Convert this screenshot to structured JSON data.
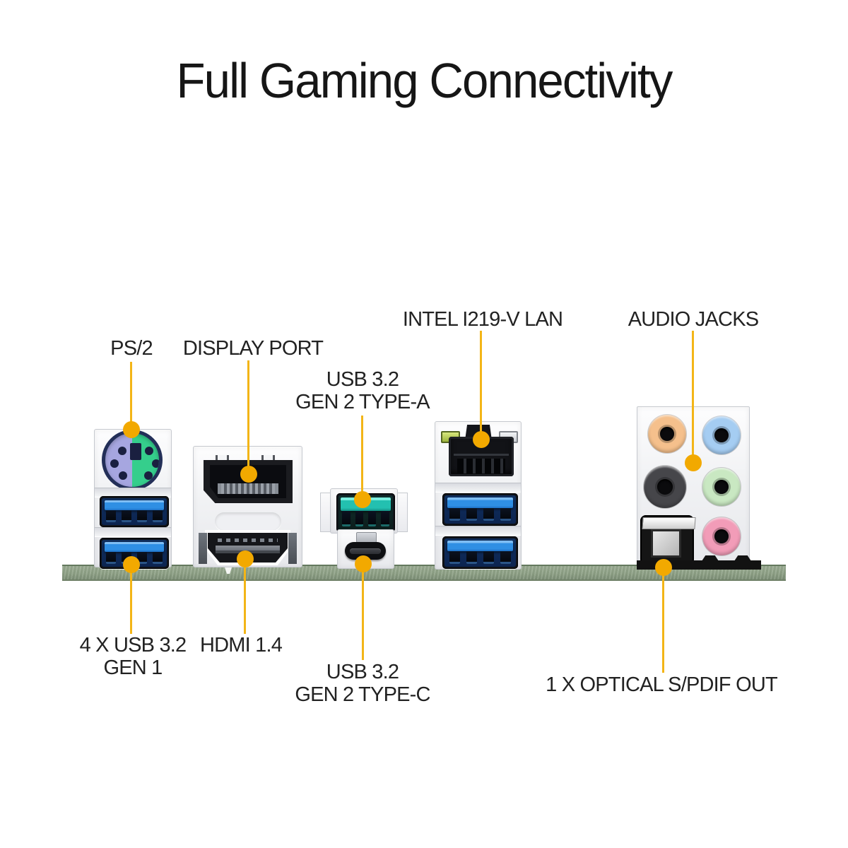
{
  "title": "Full Gaming Connectivity",
  "callouts": {
    "ps2": {
      "label": "PS/2"
    },
    "display_port": {
      "label": "DISPLAY PORT"
    },
    "usb32_gen2_a": {
      "line1": "USB 3.2",
      "line2": "GEN 2 TYPE-A"
    },
    "intel_lan": {
      "label": "INTEL I219-V LAN"
    },
    "audio_jacks": {
      "label": "AUDIO JACKS"
    },
    "usb32_gen1": {
      "line1": "4 X USB 3.2",
      "line2": "GEN 1"
    },
    "hdmi": {
      "label": "HDMI 1.4"
    },
    "usb32_gen2_c": {
      "line1": "USB 3.2",
      "line2": "GEN 2 TYPE-C"
    },
    "optical_spdif": {
      "label": "1 X OPTICAL S/PDIF OUT"
    }
  },
  "colors": {
    "callout_line": "#F3B517",
    "callout_dot": "#F2A900",
    "pcb_green": "#8FA287",
    "usb_blue": "#2F8FE4",
    "usb_teal": "#23C0B0",
    "ps2_purple": "#A6A6E0",
    "ps2_green": "#35CE8C",
    "jack_orange": "#F5C08C",
    "jack_blue": "#A5CDF2",
    "jack_black": "#46464A",
    "jack_green": "#C9E8C2",
    "jack_pink": "#F29CB8",
    "lan_led_green": "#9DB43C",
    "lan_led_gray": "#C9CDD2"
  }
}
